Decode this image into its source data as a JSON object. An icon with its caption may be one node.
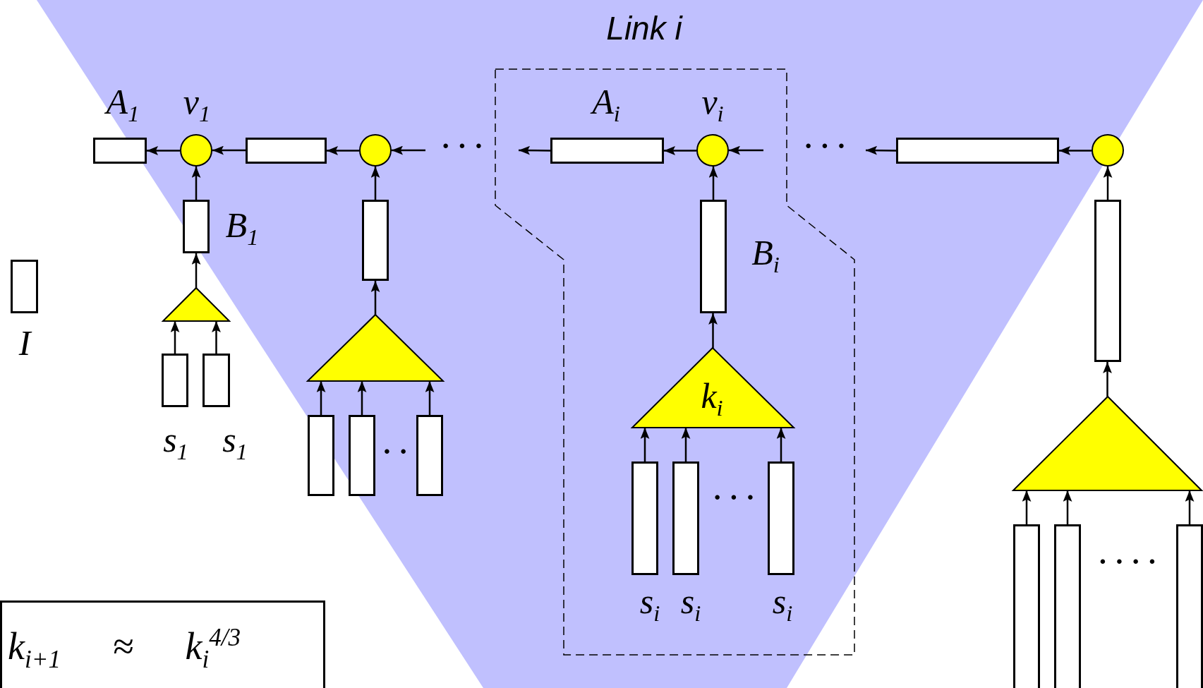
{
  "diagram": {
    "nodes": [
      {
        "text": [],
        "shape": "polygon"
      },
      {
        "text": [
          "A$_{1}$"
        ]
      },
      {
        "text": [
          "v$_{1}$"
        ]
      },
      {
        "text": [],
        "shape": "box"
      },
      {
        "text": [],
        "shape": "circle"
      },
      {
        "text": [
          "A$_{i}$"
        ],
        "in": 0
      },
      {
        "text": [
          "v$_{i}$"
        ],
        "in": 0
      },
      {
        "text": [],
        "shape": "box"
      },
      {
        "text": [],
        "shape": "circle"
      },
      {
        "text": [
          "I"
        ]
      },
      {
        "text": [
          "B$_{1}$"
        ]
      },
      {
        "text": [],
        "shape": "box"
      },
      {
        "text": [
          "B$_{i}$"
        ],
        "in": 0
      },
      {
        "text": [],
        "shape": "box"
      },
      {
        "text": [],
        "shape": "triangle"
      },
      {
        "text": [],
        "shape": "triangle"
      },
      {
        "text": [
          "k$_{i}$"
        ],
        "in": 0
      },
      {
        "text": [],
        "shape": "triangle"
      },
      {
        "text": [
          "s$_{1}$"
        ]
      },
      {
        "text": [
          "s$_{1}$"
        ]
      },
      {
        "text": [],
        "shape": "box"
      },
      {
        "text": [],
        "shape": "box"
      },
      {
        "text": [],
        "shape": "box"
      },
      {
        "text": [
          "s$_{i}$"
        ],
        "in": 0
      },
      {
        "text": [
          "s$_{i}$"
        ],
        "in": 0
      },
      {
        "text": [
          "s$_{i}$"
        ],
        "in": 0
      },
      {
        "text": [],
        "shape": "box"
      },
      {
        "text": [],
        "shape": "box"
      },
      {
        "text": [],
        "shape": "box"
      },
      {
        "text": [
          "k$_{i+1}$ ≈ k$_{i}$$^{4/3}$"
        ]
      }
    ],
    "edges": [
      {
        "from": 2,
        "to": 1,
        "arrow": "to"
      },
      {
        "from": 3,
        "to": 2,
        "arrow": "to"
      },
      {
        "from": 4,
        "to": 3,
        "arrow": "to"
      },
      {
        "from": null,
        "to": 4,
        "arrow": "to"
      },
      {
        "from": 5,
        "to": null,
        "arrow": "to"
      },
      {
        "from": 6,
        "to": 5,
        "arrow": "to"
      },
      {
        "from": null,
        "to": 6,
        "arrow": "to"
      },
      {
        "from": 7,
        "to": null,
        "arrow": "to"
      },
      {
        "from": 8,
        "to": 7,
        "arrow": "to"
      },
      {
        "from": 10,
        "to": 2,
        "arrow": "to"
      },
      {
        "from": 11,
        "to": 4,
        "arrow": "to"
      },
      {
        "from": 12,
        "to": 6,
        "arrow": "to"
      },
      {
        "from": 13,
        "to": 8,
        "arrow": "to"
      },
      {
        "from": 14,
        "to": 10,
        "arrow": "to"
      },
      {
        "from": 15,
        "to": 11,
        "arrow": "to"
      },
      {
        "from": 16,
        "to": 12,
        "arrow": "to"
      },
      {
        "from": 17,
        "to": 13,
        "arrow": "to"
      },
      {
        "from": 18,
        "to": 14,
        "arrow": "to"
      },
      {
        "from": 19,
        "to": 14,
        "arrow": "to"
      },
      {
        "from": 20,
        "to": 15,
        "arrow": "to"
      },
      {
        "from": 21,
        "to": 15,
        "arrow": "to"
      },
      {
        "from": 22,
        "to": 15,
        "arrow": "to"
      },
      {
        "from": 23,
        "to": 16,
        "arrow": "to"
      },
      {
        "from": 24,
        "to": 16,
        "arrow": "to"
      },
      {
        "from": 25,
        "to": 16,
        "arrow": "to"
      },
      {
        "from": 26,
        "to": 17,
        "arrow": "to"
      },
      {
        "from": 27,
        "to": 17,
        "arrow": "to"
      },
      {
        "from": 28,
        "to": 17,
        "arrow": "to"
      }
    ],
    "labels": [
      "Link i",
      "· · ·",
      "· · ·",
      "· ·",
      "· · ·",
      "· · · ·"
    ]
  }
}
